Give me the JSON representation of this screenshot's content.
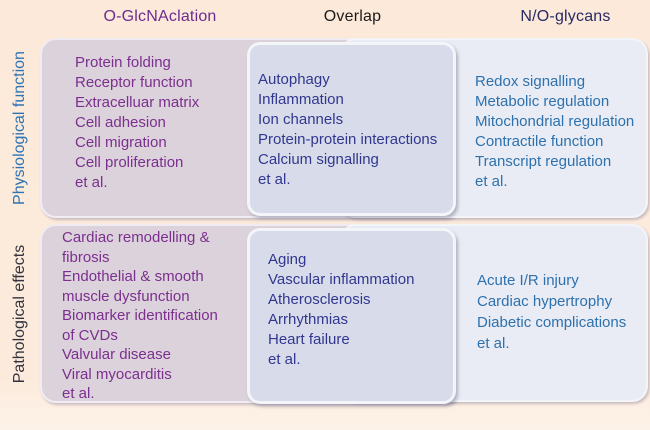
{
  "figure": {
    "columns": [
      {
        "key": "oglcnac",
        "label": "O-GlcNAclation",
        "header_color": "#6b2c91",
        "text_color": "#7b2f8e",
        "box_color": "#dcd2db"
      },
      {
        "key": "overlap",
        "label": "Overlap",
        "header_color": "#1b1b1b",
        "text_color": "#31378f",
        "box_color": "#d8dcea"
      },
      {
        "key": "nglycans",
        "label": "N/O-glycans",
        "header_color": "#272a63",
        "text_color": "#2d71ae",
        "box_color": "#e9ecf4"
      }
    ],
    "rows": [
      {
        "key": "physiological",
        "label": "Physiological function",
        "label_color": "#2e74b5"
      },
      {
        "key": "pathological",
        "label": "Pathological effects",
        "label_color": "#33333d"
      }
    ],
    "cells": {
      "physiological_oglcnac": "Protein folding\nReceptor function\nExtracelluar matrix\nCell adhesion\nCell migration\nCell proliferation\net al.",
      "physiological_overlap": "Autophagy\nInflammation\nIon channels\nProtein-protein interactions\nCalcium signalling\net al.",
      "physiological_nglycans": "Redox signalling\nMetabolic regulation\nMitochondrial regulation\nContractile function\nTranscript regulation\net al.",
      "pathological_oglcnac": "Cardiac remodelling &\nfibrosis\nEndothelial & smooth\nmuscle dysfunction\nBiomarker identification\nof CVDs\nValvular disease\nViral myocarditis\net al.",
      "pathological_overlap": "Aging\nVascular inflammation\nAtherosclerosis\nArrhythmias\nHeart failure\net al.",
      "pathological_nglycans": "Acute I/R injury\nCardiac hypertrophy\nDiabetic complications\net al."
    },
    "colors": {
      "background": "#fcebdc",
      "purple_box": "#dcd2db",
      "overlap_box": "#d8dcea",
      "glycan_box": "#e9ecf4",
      "box_border": "#f3f4f9"
    }
  }
}
